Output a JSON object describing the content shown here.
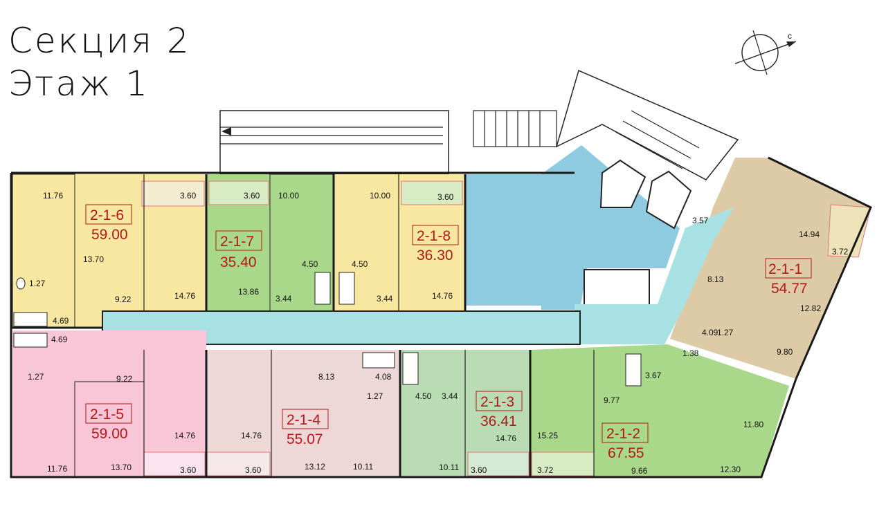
{
  "header": {
    "section": "Секция 2",
    "floor": "Этаж 1"
  },
  "compass": {
    "north_label": "с"
  },
  "colors": {
    "yellow": "#f8e7a0",
    "lightgreen": "#cde8b0",
    "green": "#a9d88a",
    "pink": "#f8c6d6",
    "lightpink": "#eed7d7",
    "mintgreen": "#b9dcb4",
    "blue": "#8ecbe0",
    "cyan": "#a8e1e3",
    "tan": "#ddcba8",
    "wall": "#1a1a1a"
  },
  "apartments": [
    {
      "number": "2-1-6",
      "area": "59.00"
    },
    {
      "number": "2-1-7",
      "area": "35.40"
    },
    {
      "number": "2-1-8",
      "area": "36.30"
    },
    {
      "number": "2-1-1",
      "area": "54.77"
    },
    {
      "number": "2-1-5",
      "area": "59.00"
    },
    {
      "number": "2-1-4",
      "area": "55.07"
    },
    {
      "number": "2-1-3",
      "area": "36.41"
    },
    {
      "number": "2-1-2",
      "area": "67.55"
    }
  ],
  "room_areas": [
    "11.76",
    "13.70",
    "1.27",
    "9.22",
    "14.76",
    "4.69",
    "3.60",
    "3.60",
    "10.00",
    "13.86",
    "3.44",
    "4.50",
    "10.00",
    "3.60",
    "4.50",
    "3.44",
    "14.76",
    "3.57",
    "14.94",
    "3.72",
    "8.13",
    "12.82",
    "4.09",
    "1.27",
    "9.80",
    "4.69",
    "1.27",
    "9.22",
    "14.76",
    "11.76",
    "13.70",
    "3.60",
    "14.76",
    "8.13",
    "4.08",
    "1.27",
    "13.12",
    "10.11",
    "3.60",
    "4.50",
    "3.44",
    "14.76",
    "10.11",
    "3.60",
    "15.25",
    "3.72",
    "1.38",
    "3.67",
    "9.77",
    "11.80",
    "9.66",
    "12.30"
  ]
}
